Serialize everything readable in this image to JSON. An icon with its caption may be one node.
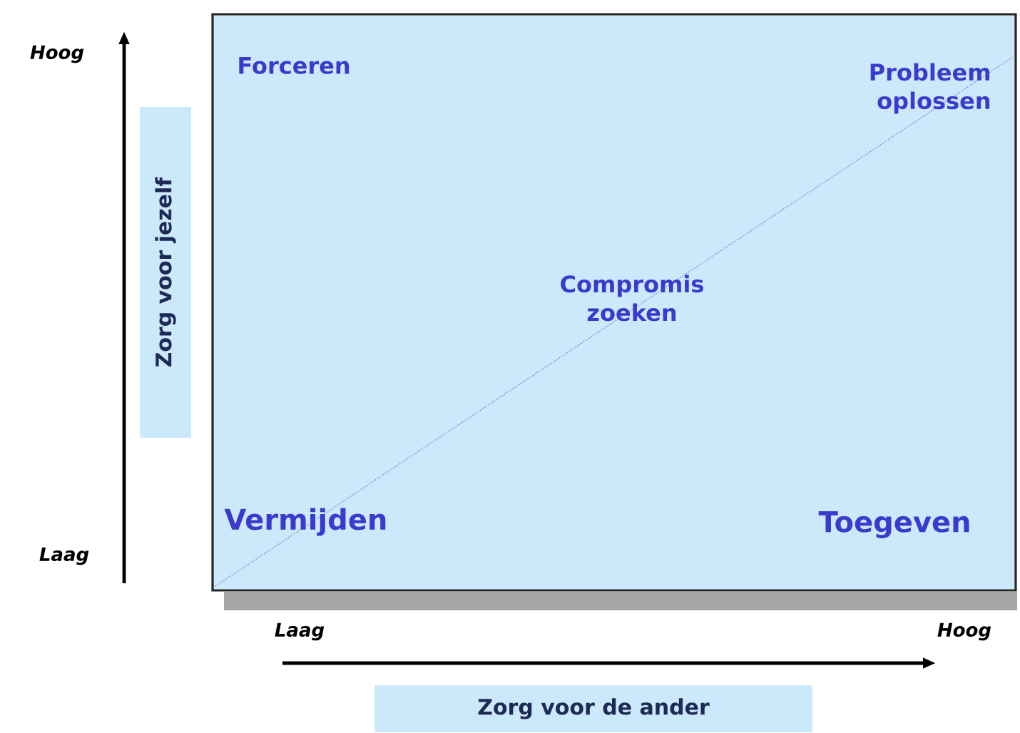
{
  "diagram": {
    "nodes": [
      {
        "text": [
          "Zorg voor jezelf"
        ]
      },
      {
        "text": [
          "Zorg voor de ander"
        ]
      }
    ],
    "labels": [
      "Hoog",
      "Laag",
      "Forceren",
      "Probleem oplossen",
      "Compromis zoeken",
      "Vermijden",
      "Toegeven",
      "Laag",
      "Hoog"
    ]
  }
}
